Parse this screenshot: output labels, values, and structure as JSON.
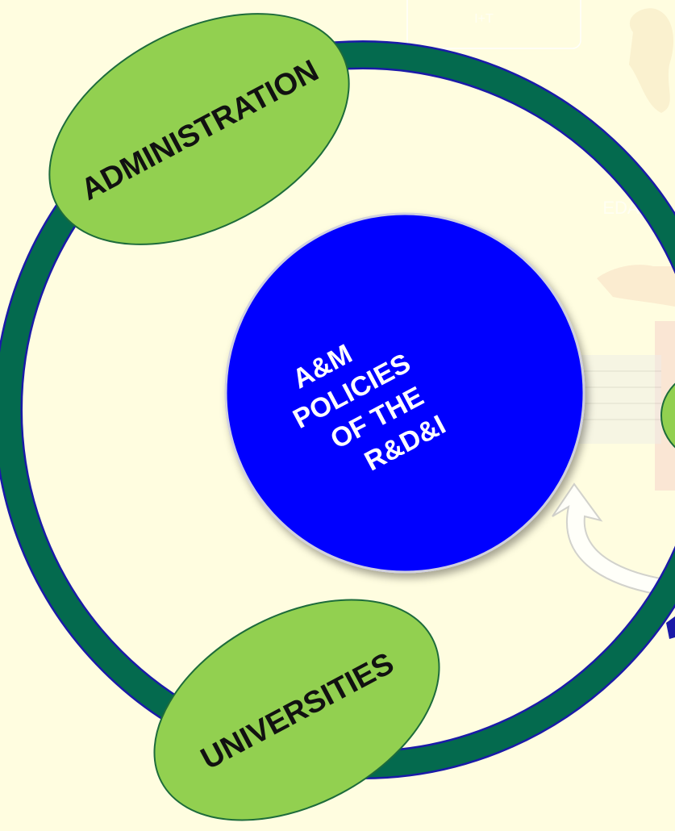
{
  "diagram": {
    "center_node": {
      "lines": [
        "A&M",
        "POLICIES",
        "OF THE",
        "R&D&I"
      ]
    },
    "nodes": {
      "administration": "ADMINISTRATION",
      "universities": "UNIVERSITIES"
    },
    "background": {
      "top_box_label": "I+T",
      "eda_label": "EDA"
    },
    "colors": {
      "background": "#fffde0",
      "ring": "#046a4e",
      "ring_outline": "#1a1aa8",
      "node_fill": "#92d050",
      "node_outline": "#1d6b3b",
      "center_fill": "#0000ff",
      "center_outline": "#d0d0e0"
    }
  }
}
